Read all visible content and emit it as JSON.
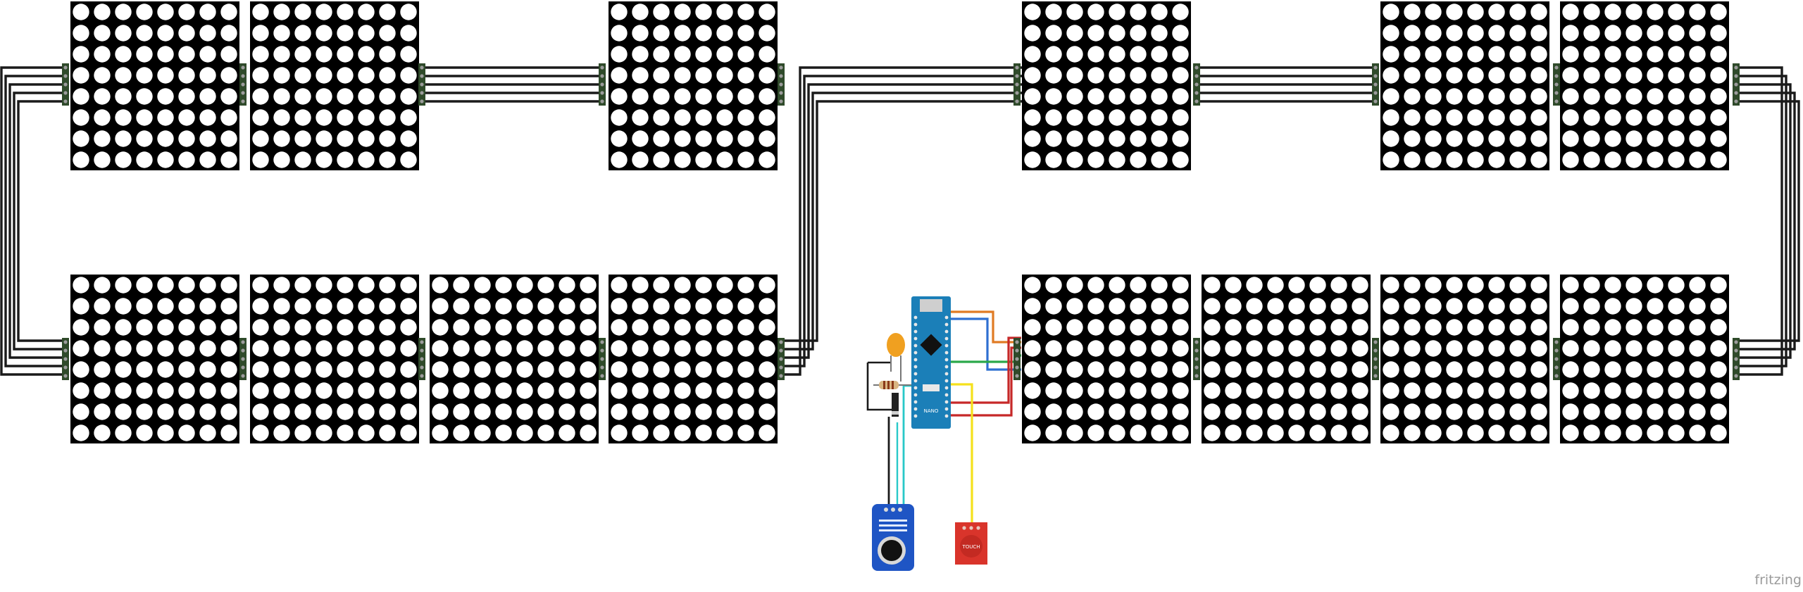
{
  "diagram": {
    "tool_watermark": "fritzing",
    "components": {
      "led_matrix": {
        "label": "8x8 LED dot-matrix module",
        "rows": 8,
        "cols": 8,
        "count": 14
      },
      "controller": {
        "label": "Arduino Nano",
        "board_text": "NANO"
      },
      "touch_sensor": {
        "label": "TOUCH"
      },
      "sound_sensor": {
        "label": "sound sensor module"
      },
      "capacitor": {
        "label": "capacitor"
      },
      "resistor": {
        "label": "resistor"
      },
      "diode": {
        "label": "diode"
      }
    },
    "colors": {
      "matrix_body": "#000000",
      "matrix_led": "#ffffff",
      "pcb_green": "#2f4a2a",
      "ribbon_wire": "#1a1a1a",
      "nano_blue": "#1b7fb8",
      "wire_orange": "#e07b24",
      "wire_blue": "#2e6fd1",
      "wire_green": "#2aa84a",
      "wire_red": "#c62828",
      "wire_yellow": "#f5e11c",
      "wire_cyan": "#28c8c8",
      "wire_black": "#1a1a1a",
      "touch_red": "#d9342b",
      "sound_blue": "#1f55c4",
      "capacitor_orange": "#f0a020"
    }
  }
}
